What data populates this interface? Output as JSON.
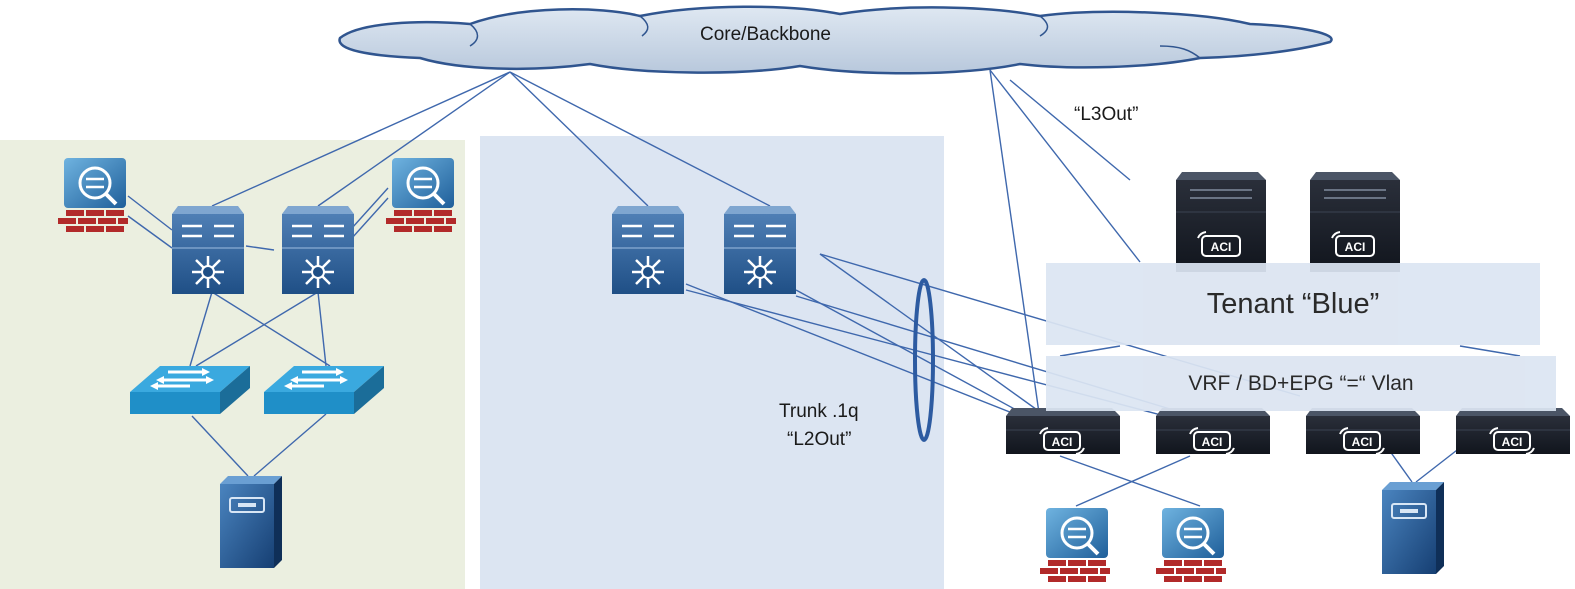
{
  "diagram": {
    "cloud_label": "Core/Backbone",
    "l3out_label": "“L3Out”",
    "trunk_label": "Trunk .1q",
    "l2out_label": "“L2Out”",
    "tenant_label": "Tenant “Blue”",
    "vrf_label": "VRF / BD+EPG “=“ Vlan",
    "device_badge": "ACI",
    "zone_colors": {
      "legacy_zone": "#ebefe0",
      "middle_zone": "#dce5f2",
      "tenant_box": "#dce5f2",
      "link_line": "#3f68ad"
    }
  }
}
